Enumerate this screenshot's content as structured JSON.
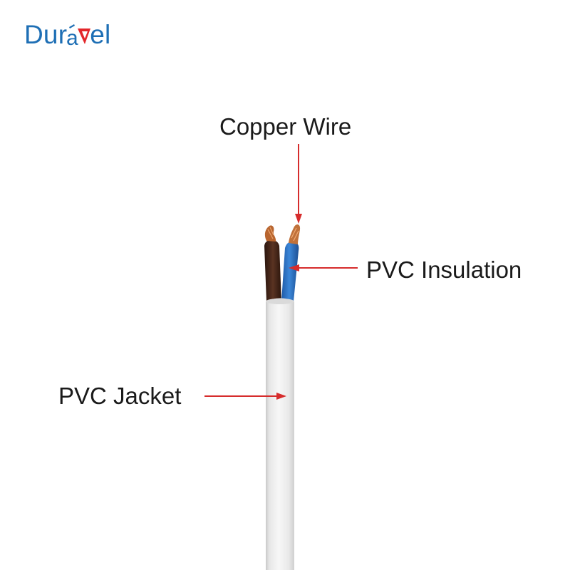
{
  "logo": {
    "part1": "Dur",
    "part2": "el",
    "brand_blue": "#1e6fb5",
    "brand_red": "#e3262a"
  },
  "labels": {
    "copper_wire": "Copper Wire",
    "pvc_insulation": "PVC Insulation",
    "pvc_jacket": "PVC Jacket"
  },
  "colors": {
    "arrow": "#d62c2c",
    "jacket": "#eeeeee",
    "blue_core": "#2f74c6",
    "brown_core": "#4a2a1c",
    "copper": "#c8743c"
  }
}
